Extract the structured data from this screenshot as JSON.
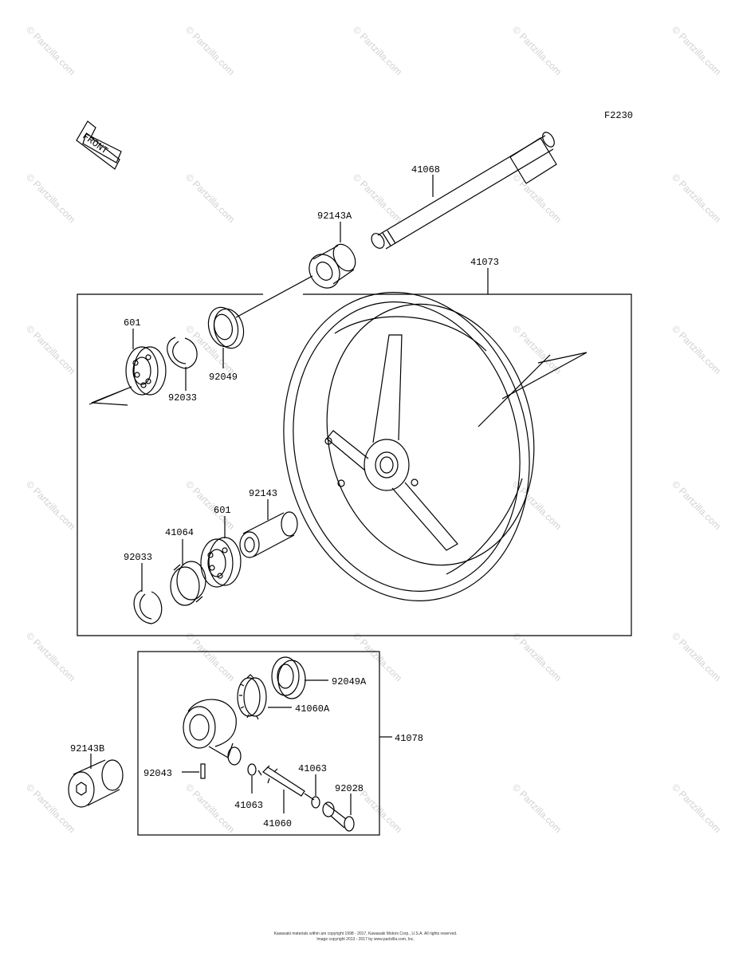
{
  "figure_code": "F2230",
  "front_label": "FRONT",
  "watermark": "© Partzilla.com",
  "parts": {
    "axle": "41068",
    "collar_a": "92143A",
    "wheel": "41073",
    "bearing_left": "601",
    "circlip_left": "92033",
    "seal_left": "92049",
    "collar": "92143",
    "bearing_right": "601",
    "spacer": "41064",
    "circlip_right": "92033",
    "seal_a": "92049A",
    "gear_a": "41060A",
    "gearbox_assy": "41078",
    "collar_b": "92143B",
    "key": "92043",
    "washer_left": "41063",
    "washer_right": "41063",
    "pinion": "41060",
    "cable_fitting": "92028"
  },
  "copyright_line1": "Kawasaki materials within are copyright 1998 - 2017, Kawasaki Motors Corp., U.S.A. All rights reserved.",
  "copyright_line2": "Image copyright 2013 - 2017 by www.partzilla.com, Inc."
}
